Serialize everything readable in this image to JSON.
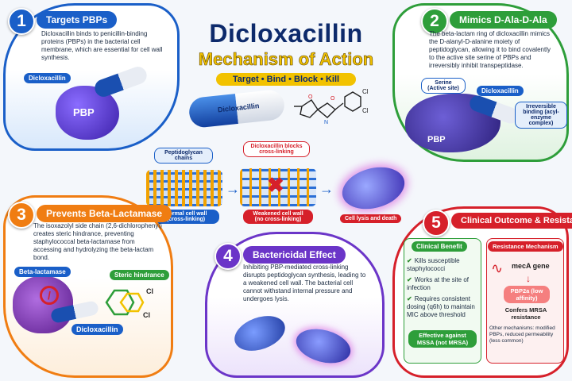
{
  "title": {
    "drug": "Dicloxacillin",
    "subtitle": "Mechanism of Action",
    "tagline": "Target • Bind • Block • Kill",
    "capsule_label": "Dicloxacillin"
  },
  "panel1": {
    "number": "1",
    "title": "Targets PBPs",
    "text": "Dicloxacillin binds to penicillin-binding proteins (PBPs) in the bacterial cell membrane, which are essential for cell wall synthesis.",
    "drug_label": "Dicloxacillin",
    "pbp_label": "PBP"
  },
  "panel2": {
    "number": "2",
    "title": "Mimics D-Ala-D-Ala",
    "text": "The beta-lactam ring of dicloxacillin mimics the D-alanyl-D-alanine moiety of peptidoglycan, allowing it to bind covalently to the active site serine of PBPs and irreversibly inhibit transpeptidase.",
    "serine_label": "Serine (Active site)",
    "drug_label": "Dicloxacillin",
    "binding_label": "Irreversible binding (acyl-enzyme complex)",
    "pbp_label": "PBP"
  },
  "panel3": {
    "number": "3",
    "title": "Prevents Beta-Lactamase",
    "text": "The isoxazolyl side chain (2,6-dichlorophenyl) creates steric hindrance, preventing staphylococcal beta-lactamase from accessing and hydrolyzing the beta-lactam bond.",
    "enzyme_label": "Beta-lactamase",
    "steric_label": "Steric hindrance",
    "drug_label": "Dicloxacillin",
    "cl1": "Cl",
    "cl2": "Cl"
  },
  "panel4": {
    "number": "4",
    "title": "Bactericidal Effect",
    "text": "Inhibiting PBP-mediated cross-linking disrupts peptidoglycan synthesis, leading to a weakened cell wall. The bacterial cell cannot withstand internal pressure and undergoes lysis."
  },
  "panel5": {
    "number": "5",
    "title": "Clinical Outcome & Resistance",
    "benefit_title": "Clinical Benefit",
    "benefits": [
      "Kills susceptible staphylococci",
      "Works at the site of infection",
      "Requires consistent dosing (q6h) to maintain MIC above threshold"
    ],
    "effective_label": "Effective against MSSA (not MRSA)",
    "resistance_title": "Resistance Mechanism",
    "meca_label": "mecA gene",
    "pbp2a_label": "PBP2a (low affinity)",
    "mrsa_label": "Confers MRSA resistance",
    "other_label": "Other mechanisms: modified PBPs, reduced permeability (less common)"
  },
  "center": {
    "peptidoglycan_label": "Peptidoglycan chains",
    "blocks_label": "Dicloxacillin blocks cross-linking",
    "normal_label": "Normal cell wall (cross-linking)",
    "weakened_label": "Weakened cell wall (no cross-linking)",
    "lysis_label": "Cell lysis and death"
  },
  "structure": {
    "cl_top": "Cl",
    "cl_bottom": "Cl"
  },
  "colors": {
    "blue": "#1a5fc8",
    "green": "#2e9e3a",
    "orange": "#f07d12",
    "purple": "#6b35c8",
    "red": "#d6202a",
    "navy": "#0d2a6b",
    "yellow": "#f2c200"
  }
}
